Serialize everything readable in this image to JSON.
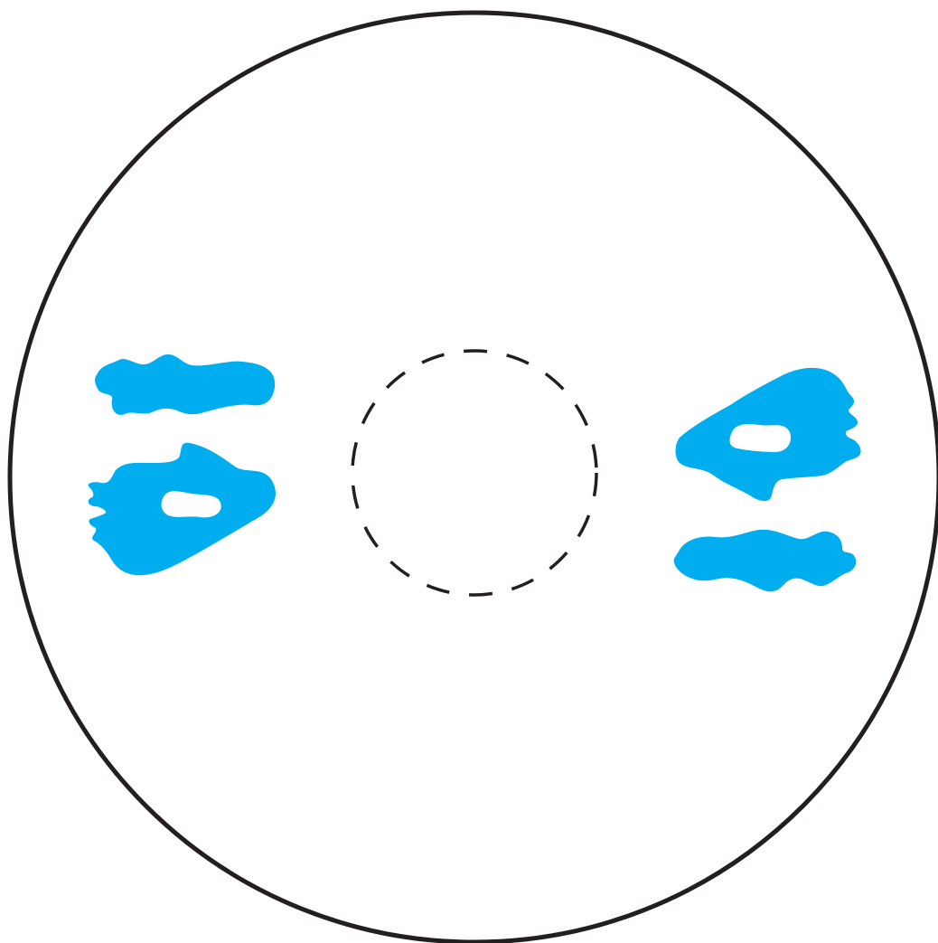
{
  "diagram": {
    "colors": {
      "background": "#ffffff",
      "outline": "#231f20",
      "blob_fill": "#00aeef"
    },
    "outer_circle": {
      "style": "solid"
    },
    "center_circle": {
      "style": "dashed"
    },
    "blobs": [
      {
        "id": "left-upper",
        "shape": "elongated",
        "has_hole": false
      },
      {
        "id": "left-lower",
        "shape": "rounded-with-hole",
        "has_hole": true
      },
      {
        "id": "right-upper",
        "shape": "rounded-with-hole",
        "has_hole": true
      },
      {
        "id": "right-lower",
        "shape": "elongated",
        "has_hole": false
      }
    ]
  }
}
